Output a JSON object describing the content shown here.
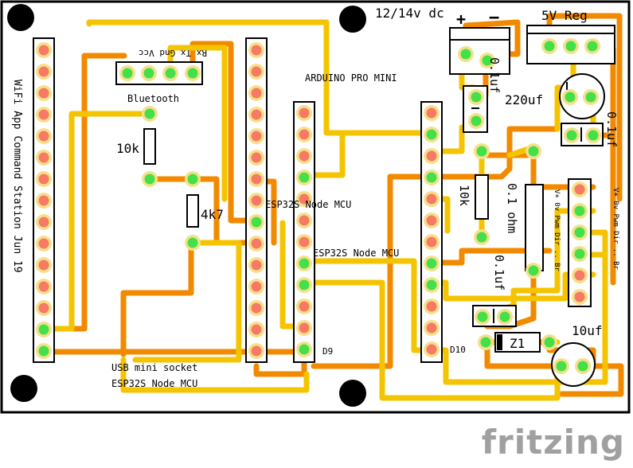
{
  "board": {
    "title": "WiFi App Command Station Jun 19",
    "brand": "fritzing"
  },
  "labels": {
    "power_in": "12/14v dc",
    "plus": "+",
    "minus": "−",
    "regulator": "5V Reg",
    "cap_01uf_top": "0.1uf",
    "cap_220uf": "220uf",
    "cap_01uf_right": "0.1uf",
    "arduino": "ARDUINO PRO MINI",
    "bt_pins": "Rx Tx Gnd Vcc",
    "bluetooth": "Bluetooth",
    "r_10k_left": "10k",
    "r_4k7": "4k7",
    "esp_label_a": "ESP32S Node MCU",
    "esp_label_b": "ESP32S Node MCU",
    "esp_label_c": "ESP32S Node MCU",
    "r_10k_right": "10k",
    "r_01ohm": "0.1 ohm",
    "cap_01uf_mid": "0.1uf",
    "motor_pins_a": "V+ 0v Pwm Dir .. Br",
    "motor_pins_b": "V+ 0v Pwm Dir .. Br",
    "d9": "D9",
    "d10": "D10",
    "zener": "Z1",
    "cap_10uf": "10uf",
    "usb": "USB mini socket"
  },
  "colors": {
    "board": "#ffffff",
    "outline": "#000000",
    "trace_orange": "#f28a00",
    "trace_yellow": "#f5c400",
    "pad_red": "#f77a64",
    "pad_green": "#44e04a",
    "header_body": "#ffffff"
  }
}
